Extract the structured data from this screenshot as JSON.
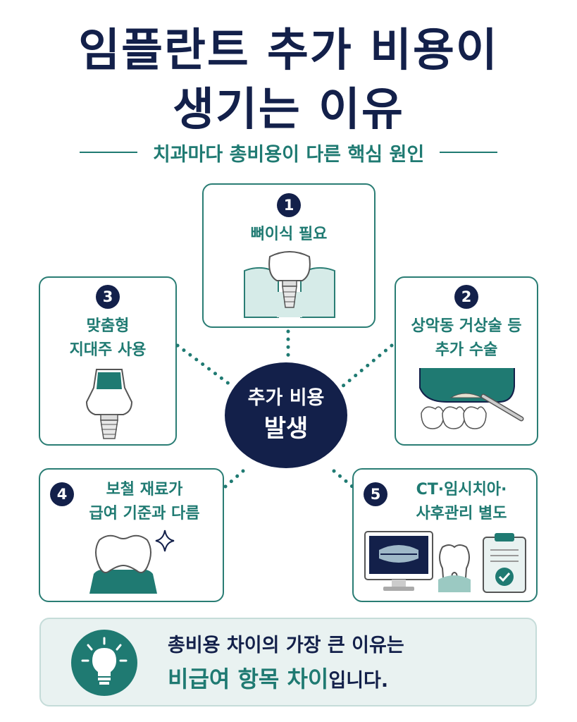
{
  "header": {
    "title_line1": "임플란트 추가 비용이",
    "title_line2": "생기는 이유",
    "subtitle": "치과마다 총비용이 다른 핵심 원인"
  },
  "center": {
    "line1": "추가 비용",
    "line2": "발생"
  },
  "cards": [
    {
      "number": "1",
      "line1": "뼈이식 필요",
      "line2": ""
    },
    {
      "number": "2",
      "line1": "상악동 거상술 등",
      "line2": "추가 수술"
    },
    {
      "number": "3",
      "line1": "맞춤형",
      "line2": "지대주 사용"
    },
    {
      "number": "4",
      "line1": "보철 재료가",
      "line2": "급여 기준과 다름"
    },
    {
      "number": "5",
      "line1": "CT·임시치아·",
      "line2": "사후관리 별도"
    }
  ],
  "bottom": {
    "line1": "총비용 차이의 가장 큰 이유는",
    "line2_highlight": "비급여 항목 차이",
    "line2_rest": "입니다."
  },
  "colors": {
    "navy": "#13204a",
    "teal": "#1f7a72",
    "card_border": "#2a7d74",
    "panel_bg": "#e9f2f1"
  },
  "icons": [
    "implant-icon",
    "sinus-lift-icon",
    "abutment-icon",
    "crown-icon",
    "sparkle-icon",
    "ct-monitor-icon",
    "tooth-icon",
    "clipboard-check-icon",
    "lightbulb-icon"
  ]
}
